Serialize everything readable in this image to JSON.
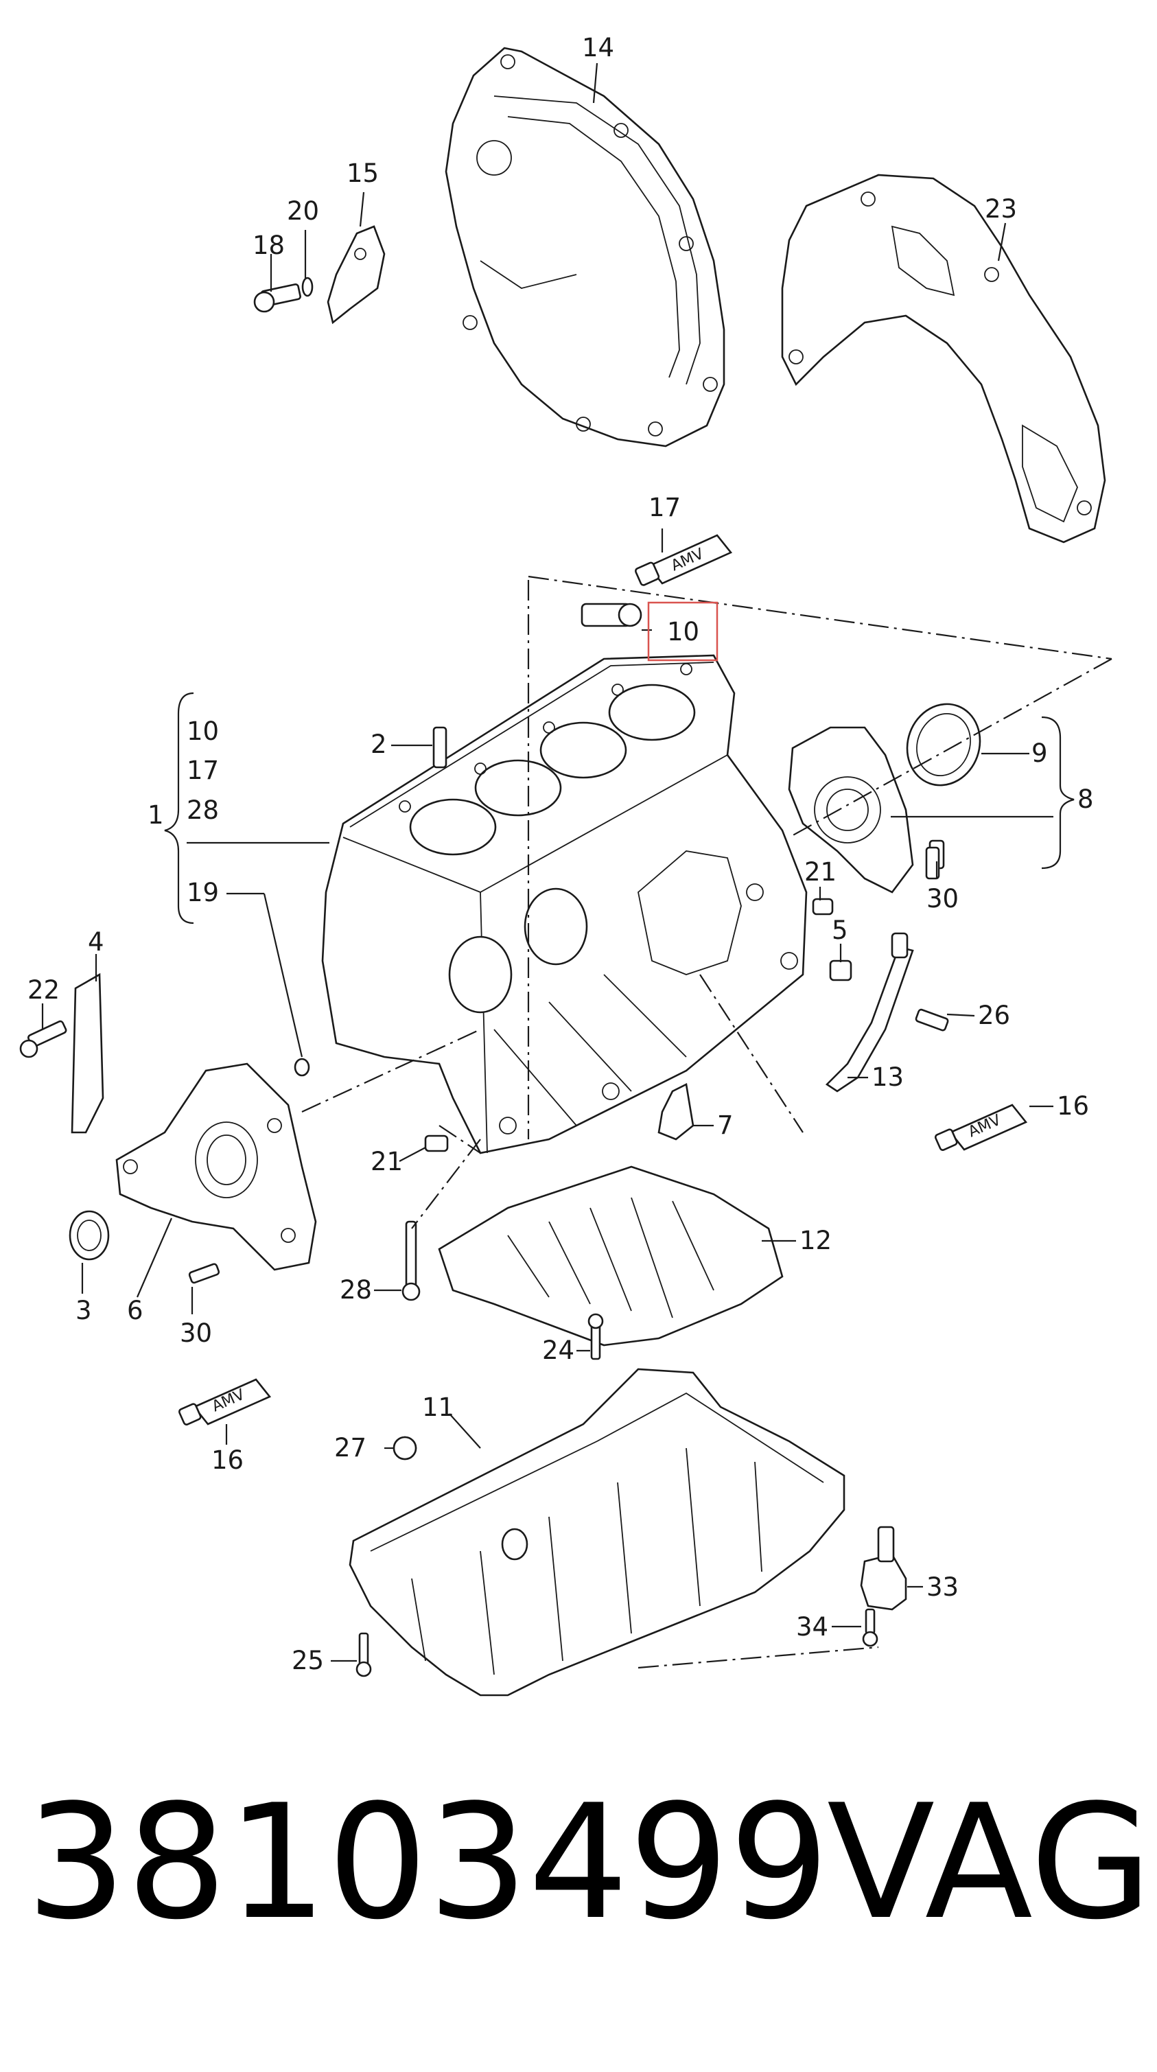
{
  "diagram": {
    "callouts": [
      {
        "id": "c14",
        "text": "14"
      },
      {
        "id": "c15",
        "text": "15"
      },
      {
        "id": "c20",
        "text": "20"
      },
      {
        "id": "c18",
        "text": "18"
      },
      {
        "id": "c23",
        "text": "23"
      },
      {
        "id": "c17a",
        "text": "17"
      },
      {
        "id": "c10a",
        "text": "10"
      },
      {
        "id": "c10b",
        "text": "10"
      },
      {
        "id": "c17b",
        "text": "17"
      },
      {
        "id": "c28a",
        "text": "28"
      },
      {
        "id": "c1",
        "text": "1"
      },
      {
        "id": "c2",
        "text": "2"
      },
      {
        "id": "c9",
        "text": "9"
      },
      {
        "id": "c8",
        "text": "8"
      },
      {
        "id": "c30a",
        "text": "30"
      },
      {
        "id": "c19",
        "text": "19"
      },
      {
        "id": "c21a",
        "text": "21"
      },
      {
        "id": "c5",
        "text": "5"
      },
      {
        "id": "c4",
        "text": "4"
      },
      {
        "id": "c22",
        "text": "22"
      },
      {
        "id": "c26",
        "text": "26"
      },
      {
        "id": "c13",
        "text": "13"
      },
      {
        "id": "c16a",
        "text": "16"
      },
      {
        "id": "c7",
        "text": "7"
      },
      {
        "id": "c21b",
        "text": "21"
      },
      {
        "id": "c12",
        "text": "12"
      },
      {
        "id": "c3",
        "text": "3"
      },
      {
        "id": "c6",
        "text": "6"
      },
      {
        "id": "c30b",
        "text": "30"
      },
      {
        "id": "c28b",
        "text": "28"
      },
      {
        "id": "c24",
        "text": "24"
      },
      {
        "id": "c11",
        "text": "11"
      },
      {
        "id": "c27",
        "text": "27"
      },
      {
        "id": "c16b",
        "text": "16"
      },
      {
        "id": "c33",
        "text": "33"
      },
      {
        "id": "c34",
        "text": "34"
      },
      {
        "id": "c25",
        "text": "25"
      }
    ],
    "tube_label": "AMV",
    "highlight_color": "#d9534f"
  },
  "footer": {
    "part_number": "38103499",
    "brand": "VAG"
  }
}
